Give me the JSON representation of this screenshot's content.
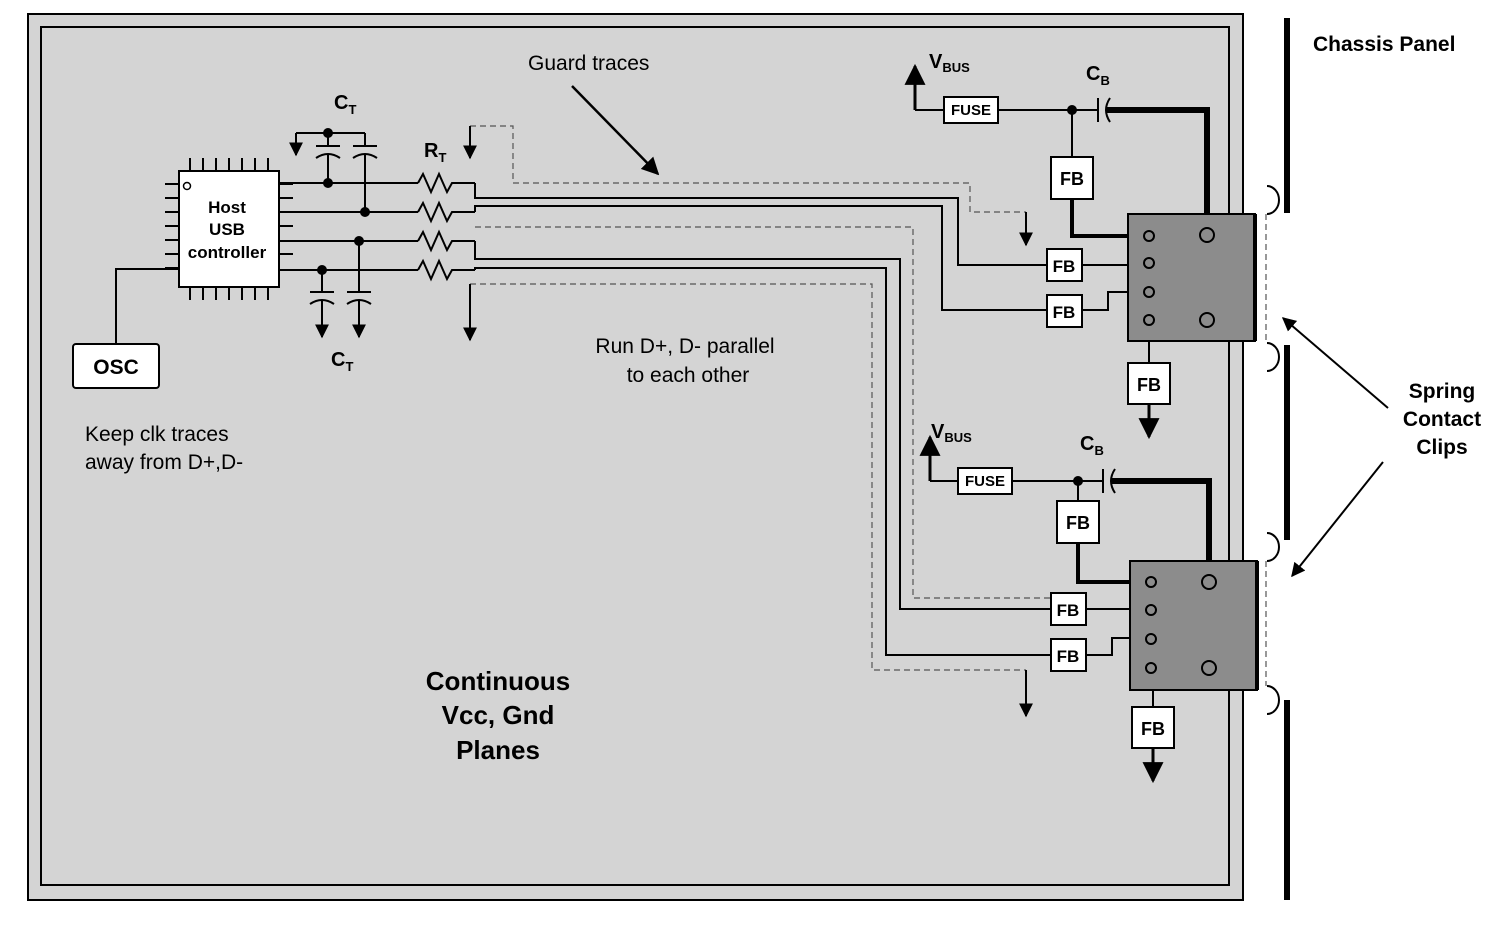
{
  "labels": {
    "guard_traces": "Guard traces",
    "host_line1": "Host",
    "host_line2": "USB",
    "host_line3": "controller",
    "osc": "OSC",
    "keep_clk_line1": "Keep clk traces",
    "keep_clk_line2": "away from D+,D-",
    "run_parallel_line1": "Run D+, D- parallel",
    "run_parallel_line2": "to each other",
    "planes_line1": "Continuous",
    "planes_line2": "Vcc, Gnd",
    "planes_line3": "Planes",
    "chassis_panel": "Chassis Panel",
    "spring_line1": "Spring",
    "spring_line2": "Contact",
    "spring_line3": "Clips",
    "ct_main": "C",
    "ct_sub": "T",
    "rt_main": "R",
    "rt_sub": "T",
    "cb_main": "C",
    "cb_sub": "B",
    "vbus_main": "V",
    "vbus_sub": "BUS",
    "fuse": "FUSE",
    "fb": "FB"
  }
}
